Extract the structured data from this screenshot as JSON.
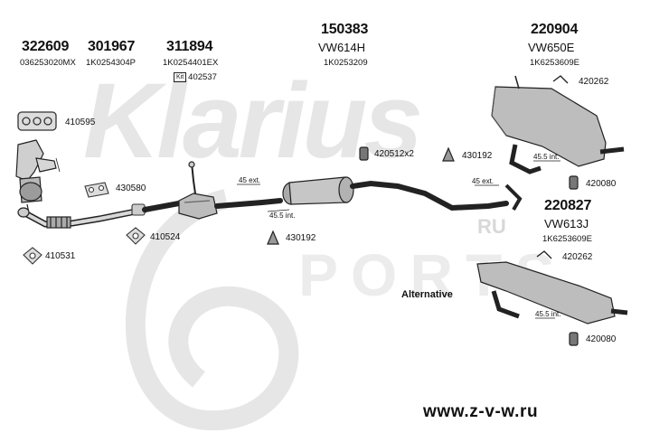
{
  "watermark": {
    "brand": "Klarius",
    "ru": "RU",
    "ports": "PORTS"
  },
  "parts": {
    "p322609": {
      "number": "322609",
      "oem": "036253020MX"
    },
    "p301967": {
      "number": "301967",
      "oem": "1K0254304P"
    },
    "p311894": {
      "number": "311894",
      "oem": "1K0254401EX",
      "kit_label": "Kit",
      "kit_number": "402537"
    },
    "p150383": {
      "number": "150383",
      "vw": "VW614H",
      "oem": "1K0253209"
    },
    "p220904": {
      "number": "220904",
      "vw": "VW650E",
      "oem": "1K6253609E"
    },
    "p220827": {
      "number": "220827",
      "vw": "VW613J",
      "oem": "1K6253609E"
    }
  },
  "fittings": {
    "f410595": "410595",
    "f430580": "430580",
    "f410524": "410524",
    "f410531": "410531",
    "f430192a": "430192",
    "f420512": "420512x2",
    "f430192b": "430192",
    "f420262a": "420262",
    "f420080a": "420080",
    "f420262b": "420262",
    "f420080b": "420080"
  },
  "pipe_notes": {
    "ext1": "45 ext.",
    "int1": "45.5 int.",
    "ext2": "45 ext.",
    "int2": "45.5 int.",
    "int3": "45.5 int."
  },
  "alternative": "Alternative",
  "website": "www.z-v-w.ru"
}
